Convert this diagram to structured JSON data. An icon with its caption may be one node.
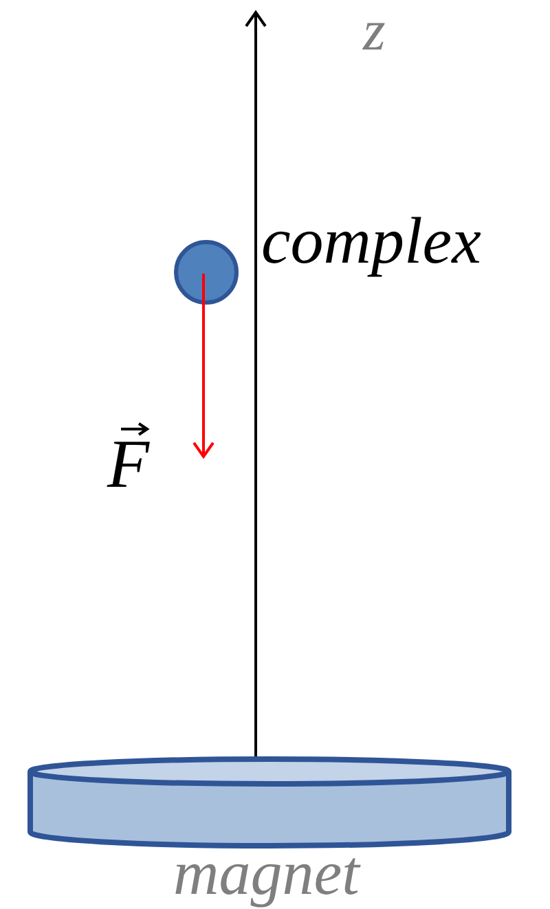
{
  "diagram": {
    "nodes": [
      {
        "text": [],
        "shape": "circle",
        "beside": [
          "complex"
        ]
      },
      {
        "text": [],
        "shape": "cylinder",
        "beside": [
          "magnet"
        ]
      }
    ],
    "labels": [
      "z",
      "F"
    ]
  }
}
